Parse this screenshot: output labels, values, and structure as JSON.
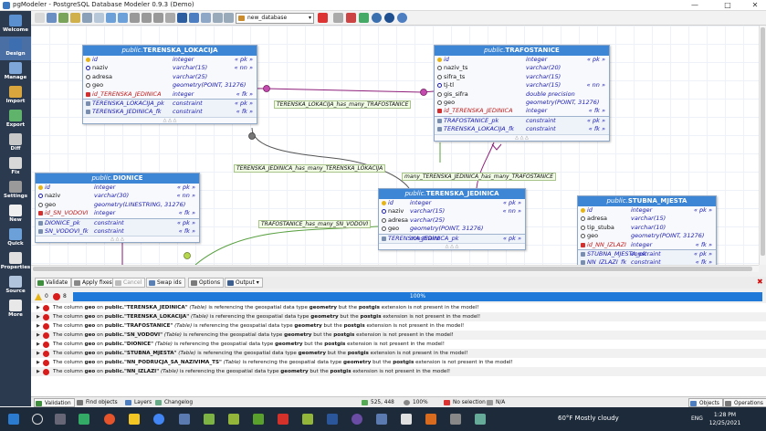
{
  "window": {
    "title": "pgModeler - PostgreSQL Database Modeler 0.9.3 (Demo)"
  },
  "sidebar": [
    {
      "label": "Welcome",
      "icon": "home-icon"
    },
    {
      "label": "Design",
      "icon": "design-icon"
    },
    {
      "label": "Manage",
      "icon": "manage-icon"
    },
    {
      "label": "Import",
      "icon": "import-icon"
    },
    {
      "label": "Export",
      "icon": "export-icon"
    },
    {
      "label": "Diff",
      "icon": "diff-icon"
    },
    {
      "label": "Fix",
      "icon": "fix-icon"
    },
    {
      "label": "Settings",
      "icon": "settings-icon"
    },
    {
      "label": "New",
      "icon": "new-icon"
    },
    {
      "label": "Quick",
      "icon": "quick-icon"
    },
    {
      "label": "Properties",
      "icon": "properties-icon"
    },
    {
      "label": "Source",
      "icon": "source-icon"
    },
    {
      "label": "More",
      "icon": "more-icon"
    }
  ],
  "toolbar": {
    "database": "new_database"
  },
  "tables": {
    "lokacija": {
      "schema": "public.",
      "name": "TERENSKA_LOKACIJA",
      "columns": [
        {
          "name": "id",
          "type": "integer",
          "c": "« pk »",
          "kind": "pk"
        },
        {
          "name": "naziv",
          "type": "varchar(15)",
          "c": "« nn »",
          "kind": "nn"
        },
        {
          "name": "adresa",
          "type": "varchar(25)",
          "c": "",
          "kind": "plain"
        },
        {
          "name": "geo",
          "type": "geometry(POINT, 31276)",
          "c": "",
          "kind": "plain"
        },
        {
          "name": "id_TERENSKA_JEDINICA",
          "type": "integer",
          "c": "« fk »",
          "kind": "fk"
        }
      ],
      "ext": [
        {
          "name": "TERENSKA_LOKACIJA_pk",
          "type": "constraint",
          "c": "« pk »"
        },
        {
          "name": "TERENSKA_JEDINICA_fk",
          "type": "constraint",
          "c": "« fk »"
        }
      ]
    },
    "trafostanice": {
      "schema": "public.",
      "name": "TRAFOSTANICE",
      "columns": [
        {
          "name": "id",
          "type": "integer",
          "c": "« pk »",
          "kind": "pk"
        },
        {
          "name": "naziv_ts",
          "type": "varchar(20)",
          "c": "",
          "kind": "plain"
        },
        {
          "name": "sifra_ts",
          "type": "varchar(15)",
          "c": "",
          "kind": "plain"
        },
        {
          "name": "tj-tl",
          "type": "varchar(15)",
          "c": "« nn »",
          "kind": "nn"
        },
        {
          "name": "gis_sifra",
          "type": "double precision",
          "c": "",
          "kind": "plain"
        },
        {
          "name": "geo",
          "type": "geometry(POINT, 31276)",
          "c": "",
          "kind": "plain"
        },
        {
          "name": "id_TERENSKA_JEDINICA",
          "type": "integer",
          "c": "« fk »",
          "kind": "fk"
        }
      ],
      "ext": [
        {
          "name": "TRAFOSTANICE_pk",
          "type": "constraint",
          "c": "« pk »"
        },
        {
          "name": "TERENSKA_LOKACIJA_fk",
          "type": "constraint",
          "c": "« fk »"
        }
      ]
    },
    "dionice": {
      "schema": "public.",
      "name": "DIONICE",
      "columns": [
        {
          "name": "id",
          "type": "integer",
          "c": "« pk »",
          "kind": "pk"
        },
        {
          "name": "naziv",
          "type": "varchar(30)",
          "c": "« nn »",
          "kind": "nn"
        },
        {
          "name": "geo",
          "type": "geometry(LINESTRING, 31276)",
          "c": "",
          "kind": "plain"
        },
        {
          "name": "id_SN_VODOVI",
          "type": "integer",
          "c": "« fk »",
          "kind": "fk"
        }
      ],
      "ext": [
        {
          "name": "DIONICE_pk",
          "type": "constraint",
          "c": "« pk »"
        },
        {
          "name": "SN_VODOVI_fk",
          "type": "constraint",
          "c": "« fk »"
        }
      ]
    },
    "jedinica": {
      "schema": "public.",
      "name": "TERENSKA_JEDINICA",
      "columns": [
        {
          "name": "id",
          "type": "integer",
          "c": "« pk »",
          "kind": "pk"
        },
        {
          "name": "naziv",
          "type": "varchar(15)",
          "c": "« nn »",
          "kind": "nn"
        },
        {
          "name": "adresa",
          "type": "varchar(25)",
          "c": "",
          "kind": "plain"
        },
        {
          "name": "geo",
          "type": "geometry(POINT, 31276)",
          "c": "",
          "kind": "plain"
        }
      ],
      "ext": [
        {
          "name": "TERENSKA_JEDINICA_pk",
          "type": "constraint",
          "c": "« pk »"
        }
      ]
    },
    "stubna": {
      "schema": "public.",
      "name": "STUBNA_MJESTA",
      "columns": [
        {
          "name": "id",
          "type": "integer",
          "c": "« pk »",
          "kind": "pk"
        },
        {
          "name": "adresa",
          "type": "varchar(15)",
          "c": "",
          "kind": "plain"
        },
        {
          "name": "tip_stuba",
          "type": "varchar(10)",
          "c": "",
          "kind": "plain"
        },
        {
          "name": "geo",
          "type": "geometry(POINT, 31276)",
          "c": "",
          "kind": "plain"
        },
        {
          "name": "id_NN_IZLAZI",
          "type": "integer",
          "c": "« fk »",
          "kind": "fk"
        }
      ],
      "ext": [
        {
          "name": "STUBNA_MJESTA_pk",
          "type": "constraint",
          "c": "« pk »"
        },
        {
          "name": "NN_IZLAZI_fk",
          "type": "constraint",
          "c": "« fk »"
        }
      ]
    }
  },
  "relationships": {
    "r1": "TERENSKA_LOKACIJA_has_many_TRAFOSTANICE",
    "r2": "TERENSKA_JEDINICA_has_many_TERENSKA_LOKACIJA",
    "r3": "many_TERENSKA_JEDINICA_has_many_TRAFOSTANICE",
    "r4": "TRAFOSTANICE_has_many_SN_VODOVI"
  },
  "validation": {
    "buttons": {
      "validate": "Validate",
      "apply_fixes": "Apply fixes",
      "cancel": "Cancel",
      "swap_ids": "Swap ids",
      "options": "Options",
      "output": "Output"
    },
    "warnings": "0",
    "errors": "8",
    "progress": "100%",
    "messages": [
      {
        "pre": "The column ",
        "col": "geo",
        "on": " on ",
        "obj": "public.\"TERENSKA_JEDINICA\"",
        "kind": " (Table)",
        "mid": " is referencing the geospatial data type ",
        "dtype": "geometry",
        "mid2": " but the ",
        "ext": "postgis",
        "end": " extension is not present in the model!"
      },
      {
        "pre": "The column ",
        "col": "geo",
        "on": " on ",
        "obj": "public.\"TERENSKA_LOKACIJA\"",
        "kind": " (Table)",
        "mid": " is referencing the geospatial data type ",
        "dtype": "geometry",
        "mid2": " but the ",
        "ext": "postgis",
        "end": " extension is not present in the model!"
      },
      {
        "pre": "The column ",
        "col": "geo",
        "on": " on ",
        "obj": "public.\"TRAFOSTANICE\"",
        "kind": " (Table)",
        "mid": " is referencing the geospatial data type ",
        "dtype": "geometry",
        "mid2": " but the ",
        "ext": "postgis",
        "end": " extension is not present in the model!"
      },
      {
        "pre": "The column ",
        "col": "geo",
        "on": " on ",
        "obj": "public.\"SN_VODOVI\"",
        "kind": " (Table)",
        "mid": " is referencing the geospatial data type ",
        "dtype": "geometry",
        "mid2": " but the ",
        "ext": "postgis",
        "end": " extension is not present in the model!"
      },
      {
        "pre": "The column ",
        "col": "geo",
        "on": " on ",
        "obj": "public.\"DIONICE\"",
        "kind": " (Table)",
        "mid": " is referencing the geospatial data type ",
        "dtype": "geometry",
        "mid2": " but the ",
        "ext": "postgis",
        "end": " extension is not present in the model!"
      },
      {
        "pre": "The column ",
        "col": "geo",
        "on": " on ",
        "obj": "public.\"STUBNA_MJESTA\"",
        "kind": " (Table)",
        "mid": " is referencing the geospatial data type ",
        "dtype": "geometry",
        "mid2": " but the ",
        "ext": "postgis",
        "end": " extension is not present in the model!"
      },
      {
        "pre": "The column ",
        "col": "geo",
        "on": " on ",
        "obj": "public.\"NN_PODRUCJA_SA_NAZIVIMA_TS\"",
        "kind": " (Table)",
        "mid": " is referencing the geospatial data type ",
        "dtype": "geometry",
        "mid2": " but the ",
        "ext": "postgis",
        "end": " extension is not present in the model!"
      },
      {
        "pre": "The column ",
        "col": "geo",
        "on": " on ",
        "obj": "public.\"NN_IZLAZI\"",
        "kind": " (Table)",
        "mid": " is referencing the geospatial data type ",
        "dtype": "geometry",
        "mid2": " but the ",
        "ext": "postgis",
        "end": " extension is not present in the model!"
      }
    ]
  },
  "bottombar": {
    "validation": "Validation",
    "find_objects": "Find objects",
    "layers": "Layers",
    "changelog": "Changelog",
    "coords": "525, 448",
    "zoom": "100%",
    "selection": "No selection",
    "na": "N/A",
    "objects": "Objects",
    "operations": "Operations"
  },
  "taskbar": {
    "weather": "60°F  Mostly cloudy",
    "lang": "ENG",
    "time": "1:28 PM",
    "date": "12/25/2021"
  },
  "colors": {
    "header": "#3d86d6",
    "progress": "#1e79d9",
    "sidebar": "#2c3a4f",
    "error": "#d81b1b"
  }
}
